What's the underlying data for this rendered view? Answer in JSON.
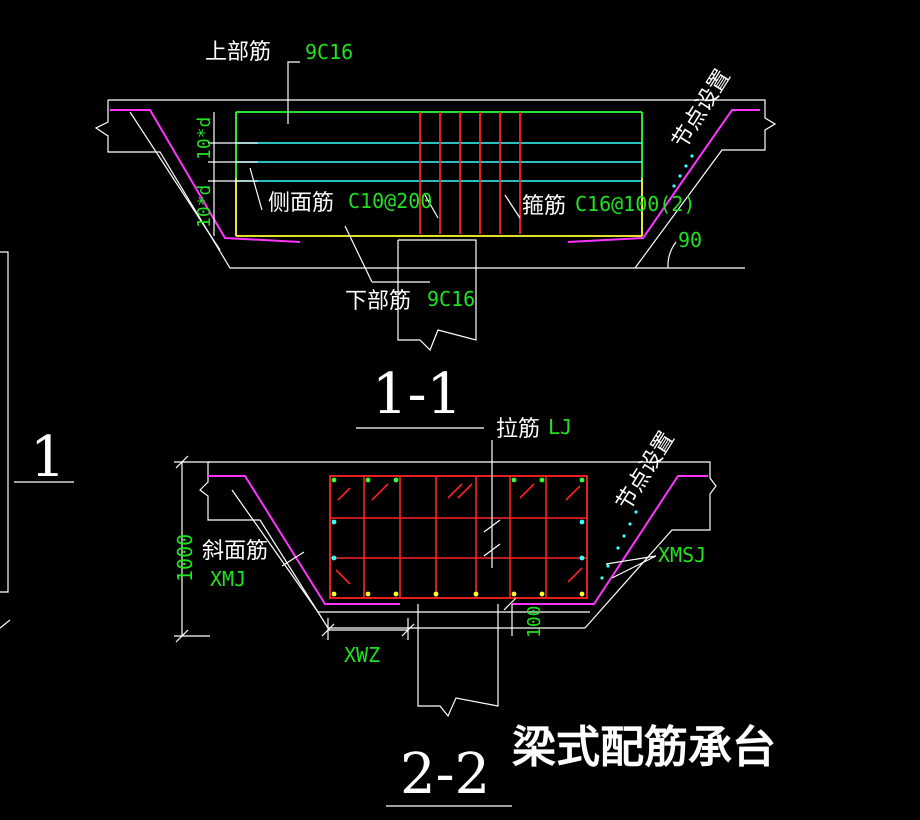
{
  "colors": {
    "background": "#000000",
    "outline": "#ffffff",
    "side_bar": "#ff33ff",
    "top_bar": "#33ff33",
    "bottom_bar": "#ffff33",
    "side_face_bar": "#33ffff",
    "stirrup": "#ff2222",
    "label_green": "#22e022"
  },
  "section_1": {
    "top_bar_label": "上部筋",
    "top_bar_spec": "9C16",
    "side_bar_label": "侧面筋",
    "side_bar_spec": "C10@200",
    "stirrup_label": "箍筋",
    "stirrup_spec": "C16@100(2)",
    "bottom_bar_label": "下部筋",
    "bottom_bar_spec": "9C16",
    "node_label": "节点设置",
    "angle_label": "90",
    "dim_upper": "10*d",
    "dim_lower": "10*d",
    "title": "1-1"
  },
  "section_2": {
    "tie_label": "拉筋",
    "tie_spec": "LJ",
    "node_label": "节点设置",
    "slope_label": "斜面筋",
    "slope_spec": "XMJ",
    "slope_tie_spec": "XMSJ",
    "bottom_spec": "XWZ",
    "height_dim": "1000",
    "cover_dim": "100",
    "title": "2-2"
  },
  "left_label": "1",
  "page_title": "梁式配筋承台"
}
